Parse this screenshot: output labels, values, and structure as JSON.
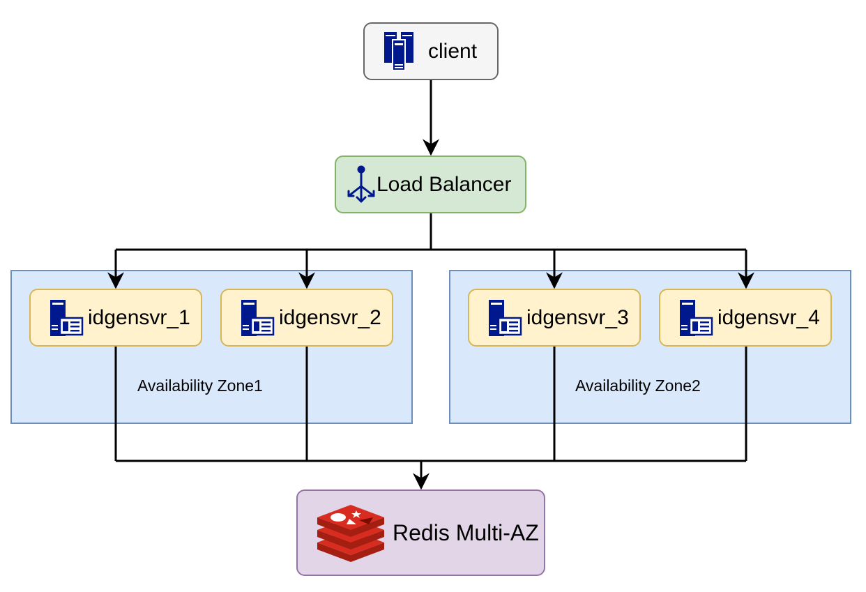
{
  "client": {
    "label": "client"
  },
  "load_balancer": {
    "label": "Load Balancer"
  },
  "zones": [
    {
      "label": "Availability Zone1"
    },
    {
      "label": "Availability Zone2"
    }
  ],
  "servers": [
    {
      "label": "idgensvr_1"
    },
    {
      "label": "idgensvr_2"
    },
    {
      "label": "idgensvr_3"
    },
    {
      "label": "idgensvr_4"
    }
  ],
  "redis": {
    "label": "Redis Multi-AZ"
  },
  "colors": {
    "server_icon": "#00188d",
    "redis_icon": "#c6302b",
    "edge": "#000000"
  }
}
